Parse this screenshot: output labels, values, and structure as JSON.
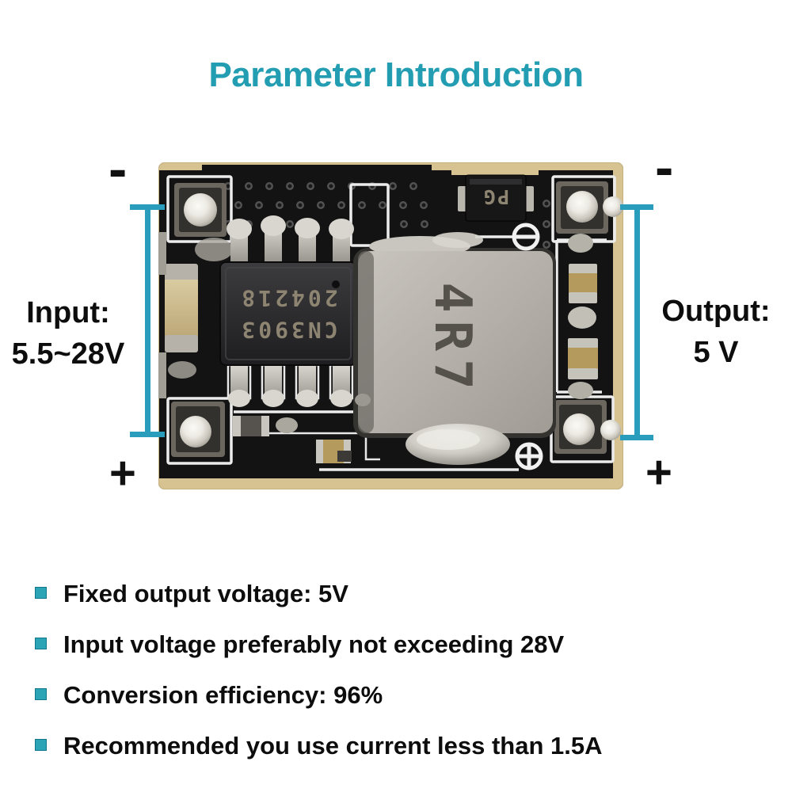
{
  "title": "Parameter Introduction",
  "module": {
    "input": {
      "title": "Input:",
      "value": "5.5~28V",
      "minus": "-",
      "plus": "+"
    },
    "output": {
      "title": "Output:",
      "value": "5 V",
      "minus": "-",
      "plus": "+"
    },
    "board": {
      "chip_marking_line_top": "204218",
      "chip_marking_line_bottom": "CN3903",
      "inductor_marking": "4R7",
      "diode_marking": "PG"
    }
  },
  "specs": [
    "Fixed output voltage: 5V",
    "Input voltage preferably not exceeding 28V",
    "Conversion efficiency: 96%",
    "Recommended you use current less than 1.5A"
  ],
  "colors": {
    "accent_title": "#229db2",
    "accent_bracket": "#2b9dbc",
    "accent_bullet": "#2ba4b6",
    "text": "#0d0d0d",
    "pcb_black": "#131313",
    "pcb_edge_tan": "#d7c391"
  }
}
